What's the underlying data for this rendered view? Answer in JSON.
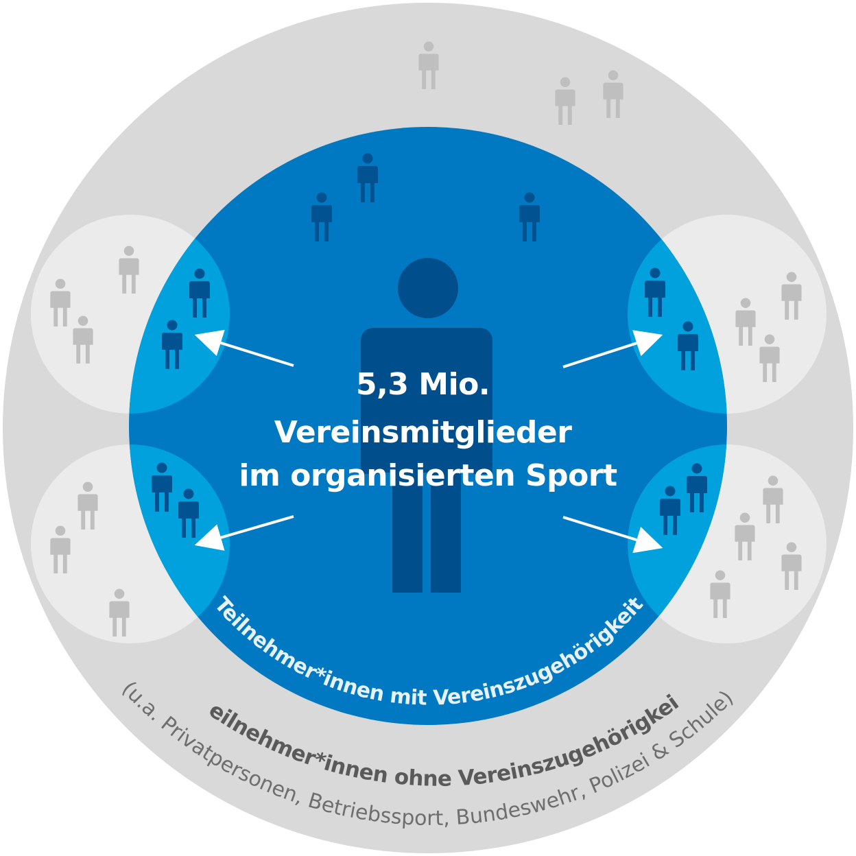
{
  "colors": {
    "outer_ring": "#d9d9d9",
    "side_bubble": "#ebebeb",
    "inner_circle": "#0079c2",
    "overlap": "#00a1dd",
    "big_figure": "#004f8c",
    "figure_blue": "#005291",
    "figure_grey": "#bfbfbf"
  },
  "center": {
    "line1": "5,3 Mio.",
    "line2": "Vereinsmitglieder",
    "line3": "im organisierten Sport"
  },
  "inner_ring_label": "Teilnehmer*innen mit Vereinszugehörigkeit",
  "outer_ring_label": {
    "bold": "Teilnehmer*innen ohne Vereinszugehörigkeit",
    "light": "(u.a. Privatpersonen, Betriebssport, Bundeswehr, Polizei & Schule)"
  },
  "icons": {
    "person": "person-icon",
    "arrow": "arrow-icon"
  }
}
